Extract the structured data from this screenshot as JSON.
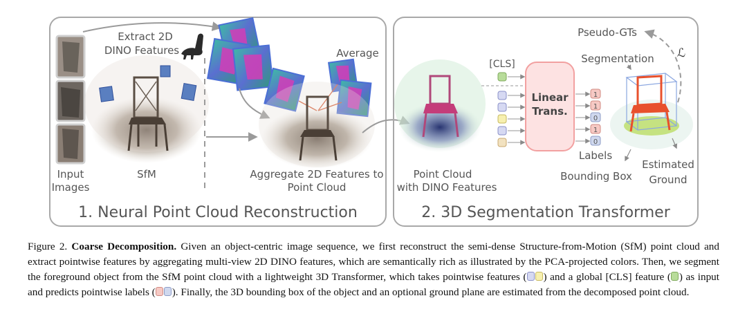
{
  "figure": {
    "panel1": {
      "title": "1. Neural Point Cloud Reconstruction",
      "extract_label_line1": "Extract 2D",
      "extract_label_line2": "DINO Features",
      "average_label": "Average",
      "input_label_line1": "Input",
      "input_label_line2": "Images",
      "sfm_label": "SfM",
      "aggregate_label_line1": "Aggregate 2D Features to",
      "aggregate_label_line2": "Point Cloud"
    },
    "panel2": {
      "title": "2. 3D Segmentation Transformer",
      "cls_label": "[CLS]",
      "linear_label_line1": "Linear",
      "linear_label_line2": "Trans.",
      "labels_label": "Labels",
      "output_labels": [
        "1",
        "1",
        "0",
        "1",
        "0"
      ],
      "segmentation_label": "Segmentation",
      "pseudo_gt_label": "Pseudo-GTs",
      "loss_symbol": "ℒ",
      "point_cloud_label_line1": "Point Cloud",
      "point_cloud_label_line2": "with DINO Features",
      "bounding_box_label": "Bounding Box",
      "estimated_label_line1": "Estimated",
      "estimated_label_line2": "Ground"
    },
    "colors": {
      "panel_border": "#a8a8a8",
      "label_text": "#555555",
      "linear_fill": "#fde2e2",
      "linear_border": "#f2a0a0",
      "label_one": "#f6c9c4",
      "label_zero": "#cfd8ee",
      "cls_chip": "#b8dc9a",
      "ground": "#c3e07a"
    }
  },
  "caption": {
    "figure_number": "Figure 2.",
    "bold_title": "Coarse Decomposition.",
    "text_part1": "Given an object-centric image sequence, we first reconstruct the semi-dense Structure-from-Motion (SfM) point cloud and extract pointwise features by aggregating multi-view 2D DINO features, which are semantically rich as illustrated by the PCA-projected colors. Then, we segment the foreground object from the SfM point cloud with a lightweight 3D Transformer, which takes pointwise features (",
    "text_part2": ") and a global [CLS] feature (",
    "text_part3": ") as input and predicts pointwise labels (",
    "text_part4": "). Finally, the 3D bounding box of the object and an optional ground plane are estimated from the decomposed point cloud."
  }
}
